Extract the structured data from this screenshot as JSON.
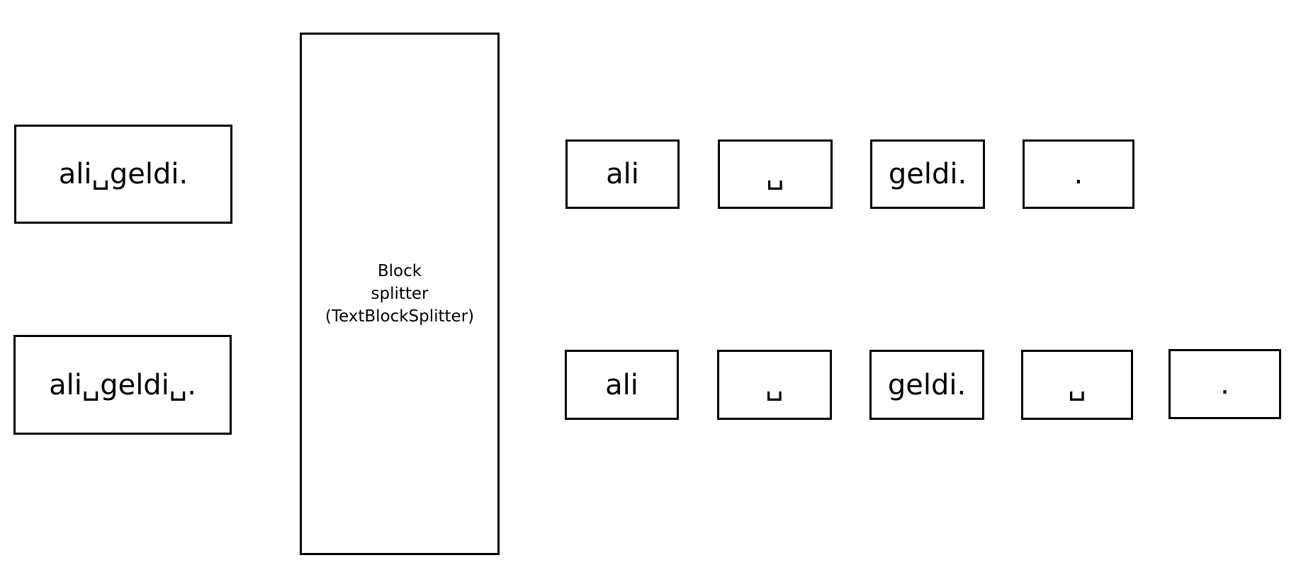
{
  "inputs": [
    {
      "text": "ali␣geldi."
    },
    {
      "text": "ali␣geldi␣."
    }
  ],
  "splitter": {
    "lines": [
      "Block",
      "splitter",
      "(TextBlockSplitter)"
    ]
  },
  "outputs": [
    {
      "tokens": [
        "ali",
        "␣",
        "geldi.",
        "."
      ]
    },
    {
      "tokens": [
        "ali",
        "␣",
        "geldi.",
        "␣",
        "."
      ]
    }
  ]
}
